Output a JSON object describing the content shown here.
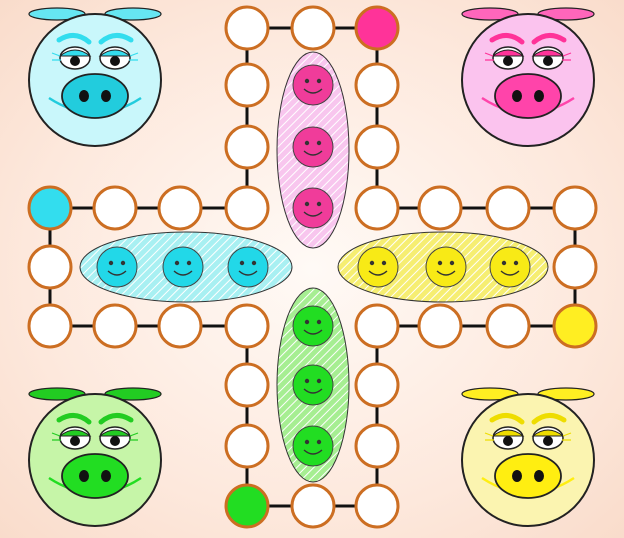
{
  "game": {
    "colors": {
      "board_line": "#111111",
      "cell_border": "#cc6e22",
      "cell_fill": "#ffffff",
      "cyan": "#33ddee",
      "pink": "#ff3399",
      "yellow": "#ffee22",
      "green": "#22dd22"
    },
    "players": [
      {
        "id": "cyan",
        "pig_icon": "cyan-pig-icon",
        "face": "#c9f7fb",
        "snout": "#22ccdd",
        "lid": "#33ddee",
        "ears": "#66e6f2",
        "home_slot": "cyan-start-square",
        "pawns": 3
      },
      {
        "id": "pink",
        "pig_icon": "pink-pig-icon",
        "face": "#fbc3ee",
        "snout": "#ff44aa",
        "lid": "#ff3399",
        "ears": "#ff66bb",
        "home_slot": "pink-start-square",
        "pawns": 3
      },
      {
        "id": "green",
        "pig_icon": "green-pig-icon",
        "face": "#c6f5a8",
        "snout": "#22dd22",
        "lid": "#22cc22",
        "ears": "#22cc22",
        "home_slot": "green-start-square",
        "pawns": 3
      },
      {
        "id": "yellow",
        "pig_icon": "yellow-pig-icon",
        "face": "#fbf4b0",
        "snout": "#ffee11",
        "lid": "#eedd00",
        "ears": "#ffee22",
        "home_slot": "yellow-start-square",
        "pawns": 3
      }
    ],
    "start_squares": {
      "pink": 0,
      "cyan": 10,
      "yellow": 20,
      "green": 30
    },
    "home_lanes": [
      "pink-home-lane",
      "cyan-home-lane",
      "yellow-home-lane",
      "green-home-lane"
    ],
    "track_length": 40
  }
}
